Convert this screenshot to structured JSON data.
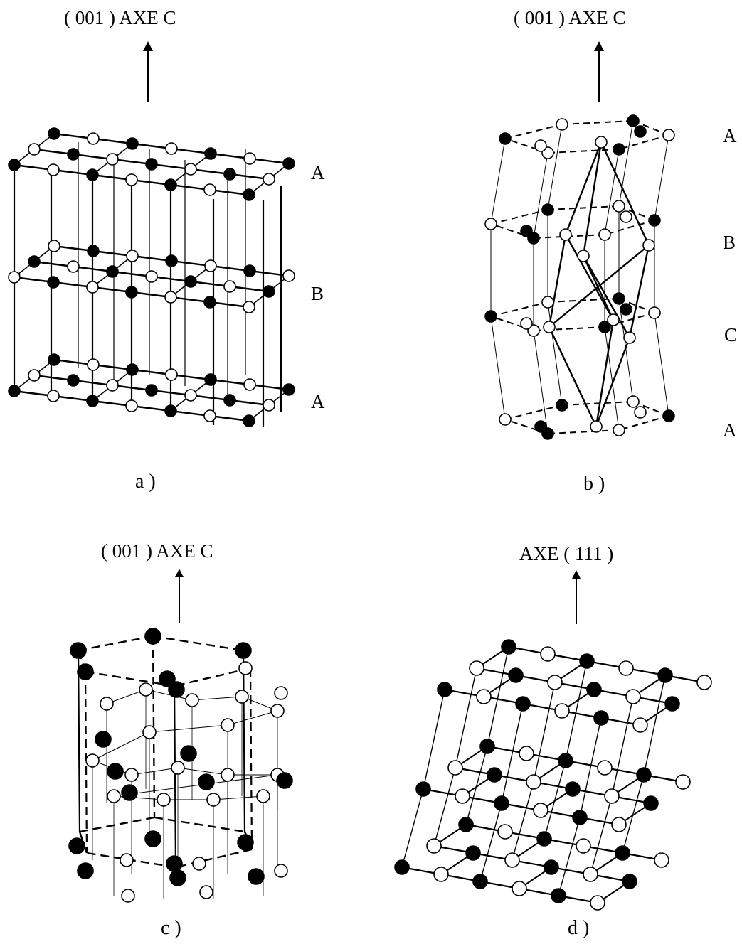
{
  "colors": {
    "atom_dark": "#000000",
    "atom_light": "#ffffff",
    "bond": "#000000"
  },
  "panels": [
    {
      "id": "a",
      "axis_label": "( 001 )    AXE  C",
      "caption": "a )",
      "layers": [
        "A",
        "B",
        "A"
      ]
    },
    {
      "id": "b",
      "axis_label": "( 001 )    AXE  C",
      "caption": "b )",
      "layers": [
        "A",
        "B",
        "C",
        "A"
      ]
    },
    {
      "id": "c",
      "axis_label": "( 001 )   AXE C",
      "caption": "c )",
      "layers": []
    },
    {
      "id": "d",
      "axis_label": "AXE ( 111 )",
      "caption": "d )",
      "layers": []
    }
  ]
}
